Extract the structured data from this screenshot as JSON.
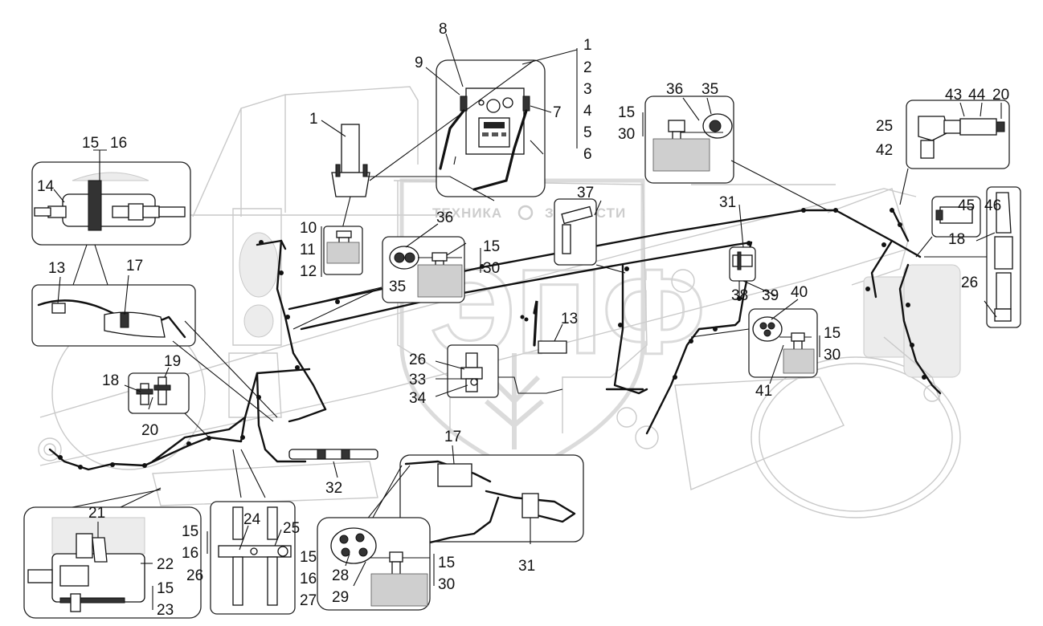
{
  "watermark": {
    "left_text": "ТЕХНИКА",
    "right_text": "ЗАПЧАСТИ",
    "logo_letters": "ЭПФ"
  },
  "callouts": {
    "top_panel": [
      "8",
      "9",
      "7",
      "1",
      "2",
      "3",
      "4",
      "5",
      "6"
    ],
    "bracket_1": [
      "1",
      "10",
      "11",
      "12"
    ],
    "fitting_15_30_left": [
      "35",
      "36",
      "15",
      "30"
    ],
    "fitting_15_30_right": [
      "36",
      "35",
      "15",
      "30"
    ],
    "fitting_40_41": [
      "40",
      "15",
      "30",
      "41"
    ],
    "fitting_28_29": [
      "28",
      "29",
      "15",
      "30"
    ],
    "top_right": [
      "43",
      "44",
      "20",
      "25",
      "42"
    ],
    "right_detail": [
      "45",
      "46",
      "18",
      "26"
    ],
    "center_a": [
      "37",
      "31",
      "38",
      "39",
      "13"
    ],
    "center_b": [
      "26",
      "33",
      "34"
    ],
    "left_top": [
      "15",
      "16",
      "14",
      "13",
      "17"
    ],
    "left_mid": [
      "18",
      "19",
      "20"
    ],
    "bottom_left": [
      "21",
      "22",
      "15",
      "23"
    ],
    "bottom_mid": [
      "15",
      "16",
      "24",
      "25",
      "15",
      "26",
      "16",
      "27"
    ],
    "bottom_right": [
      "17",
      "32",
      "31"
    ]
  }
}
